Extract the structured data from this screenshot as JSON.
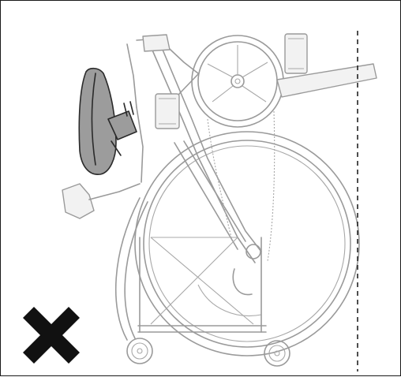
{
  "illustration": {
    "subject": "folded-bicycle",
    "highlighted_parts": [
      "saddle",
      "seat-clamp",
      "handlebar-stem"
    ],
    "guide": "vertical-dashed-reference-line",
    "indicator_icon": "cross-mark-icon",
    "colors": {
      "frame_border": "#1a1a1a",
      "bike_outline": "#9a9a9a",
      "highlight_fill": "#9c9c9c",
      "highlight_stroke": "#2a2a2a",
      "cross_mark": "#111111",
      "guide_line": "#222222"
    }
  }
}
